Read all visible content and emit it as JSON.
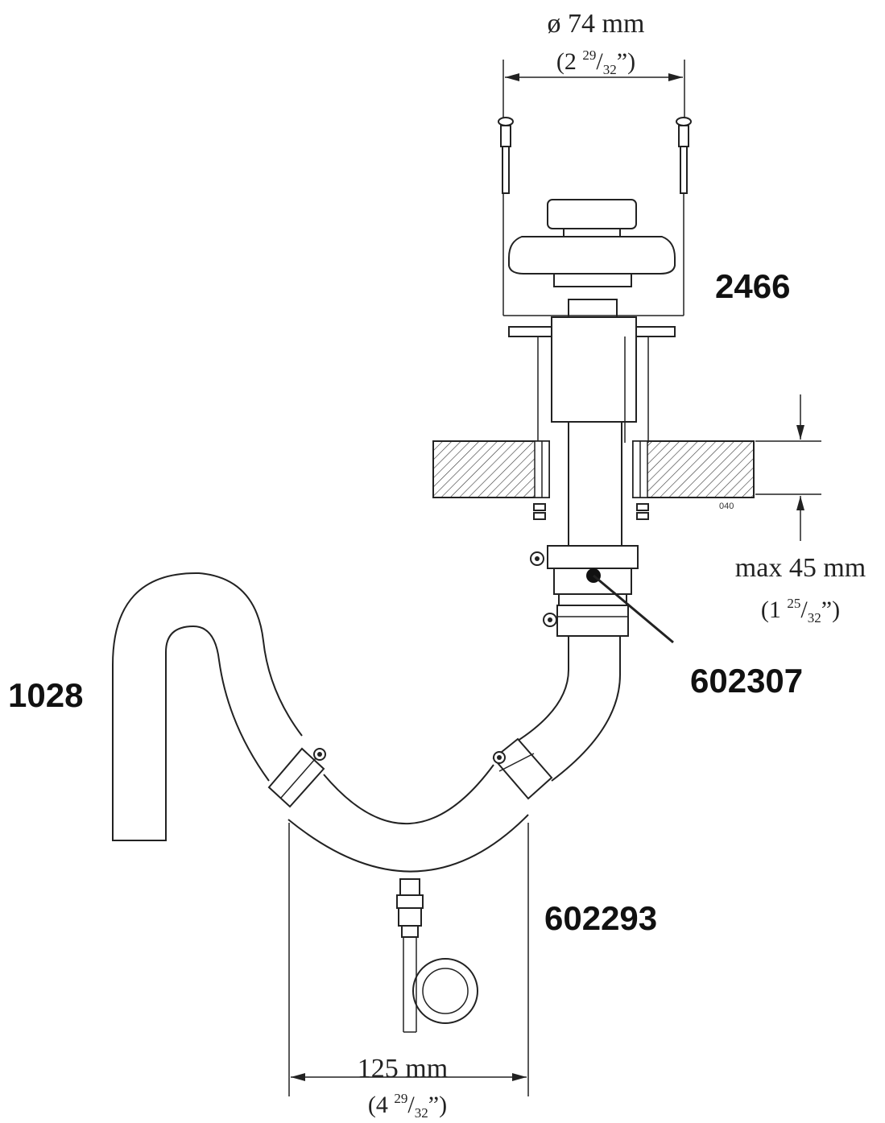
{
  "labels": {
    "top_diameter": "ø 74 mm",
    "top_inch_whole": "2",
    "top_inch_num": "29",
    "top_inch_den": "32",
    "thickness": "max 45 mm",
    "thickness_inch_whole": "1",
    "thickness_inch_num": "25",
    "thickness_inch_den": "32",
    "bottom_width": "125 mm",
    "bottom_inch_whole": "4",
    "bottom_inch_num": "29",
    "bottom_inch_den": "32",
    "part_waste_valve": "2466",
    "part_connector": "602307",
    "part_trap": "1028",
    "part_drain_hose": "602293",
    "tiny_mark": "040"
  }
}
